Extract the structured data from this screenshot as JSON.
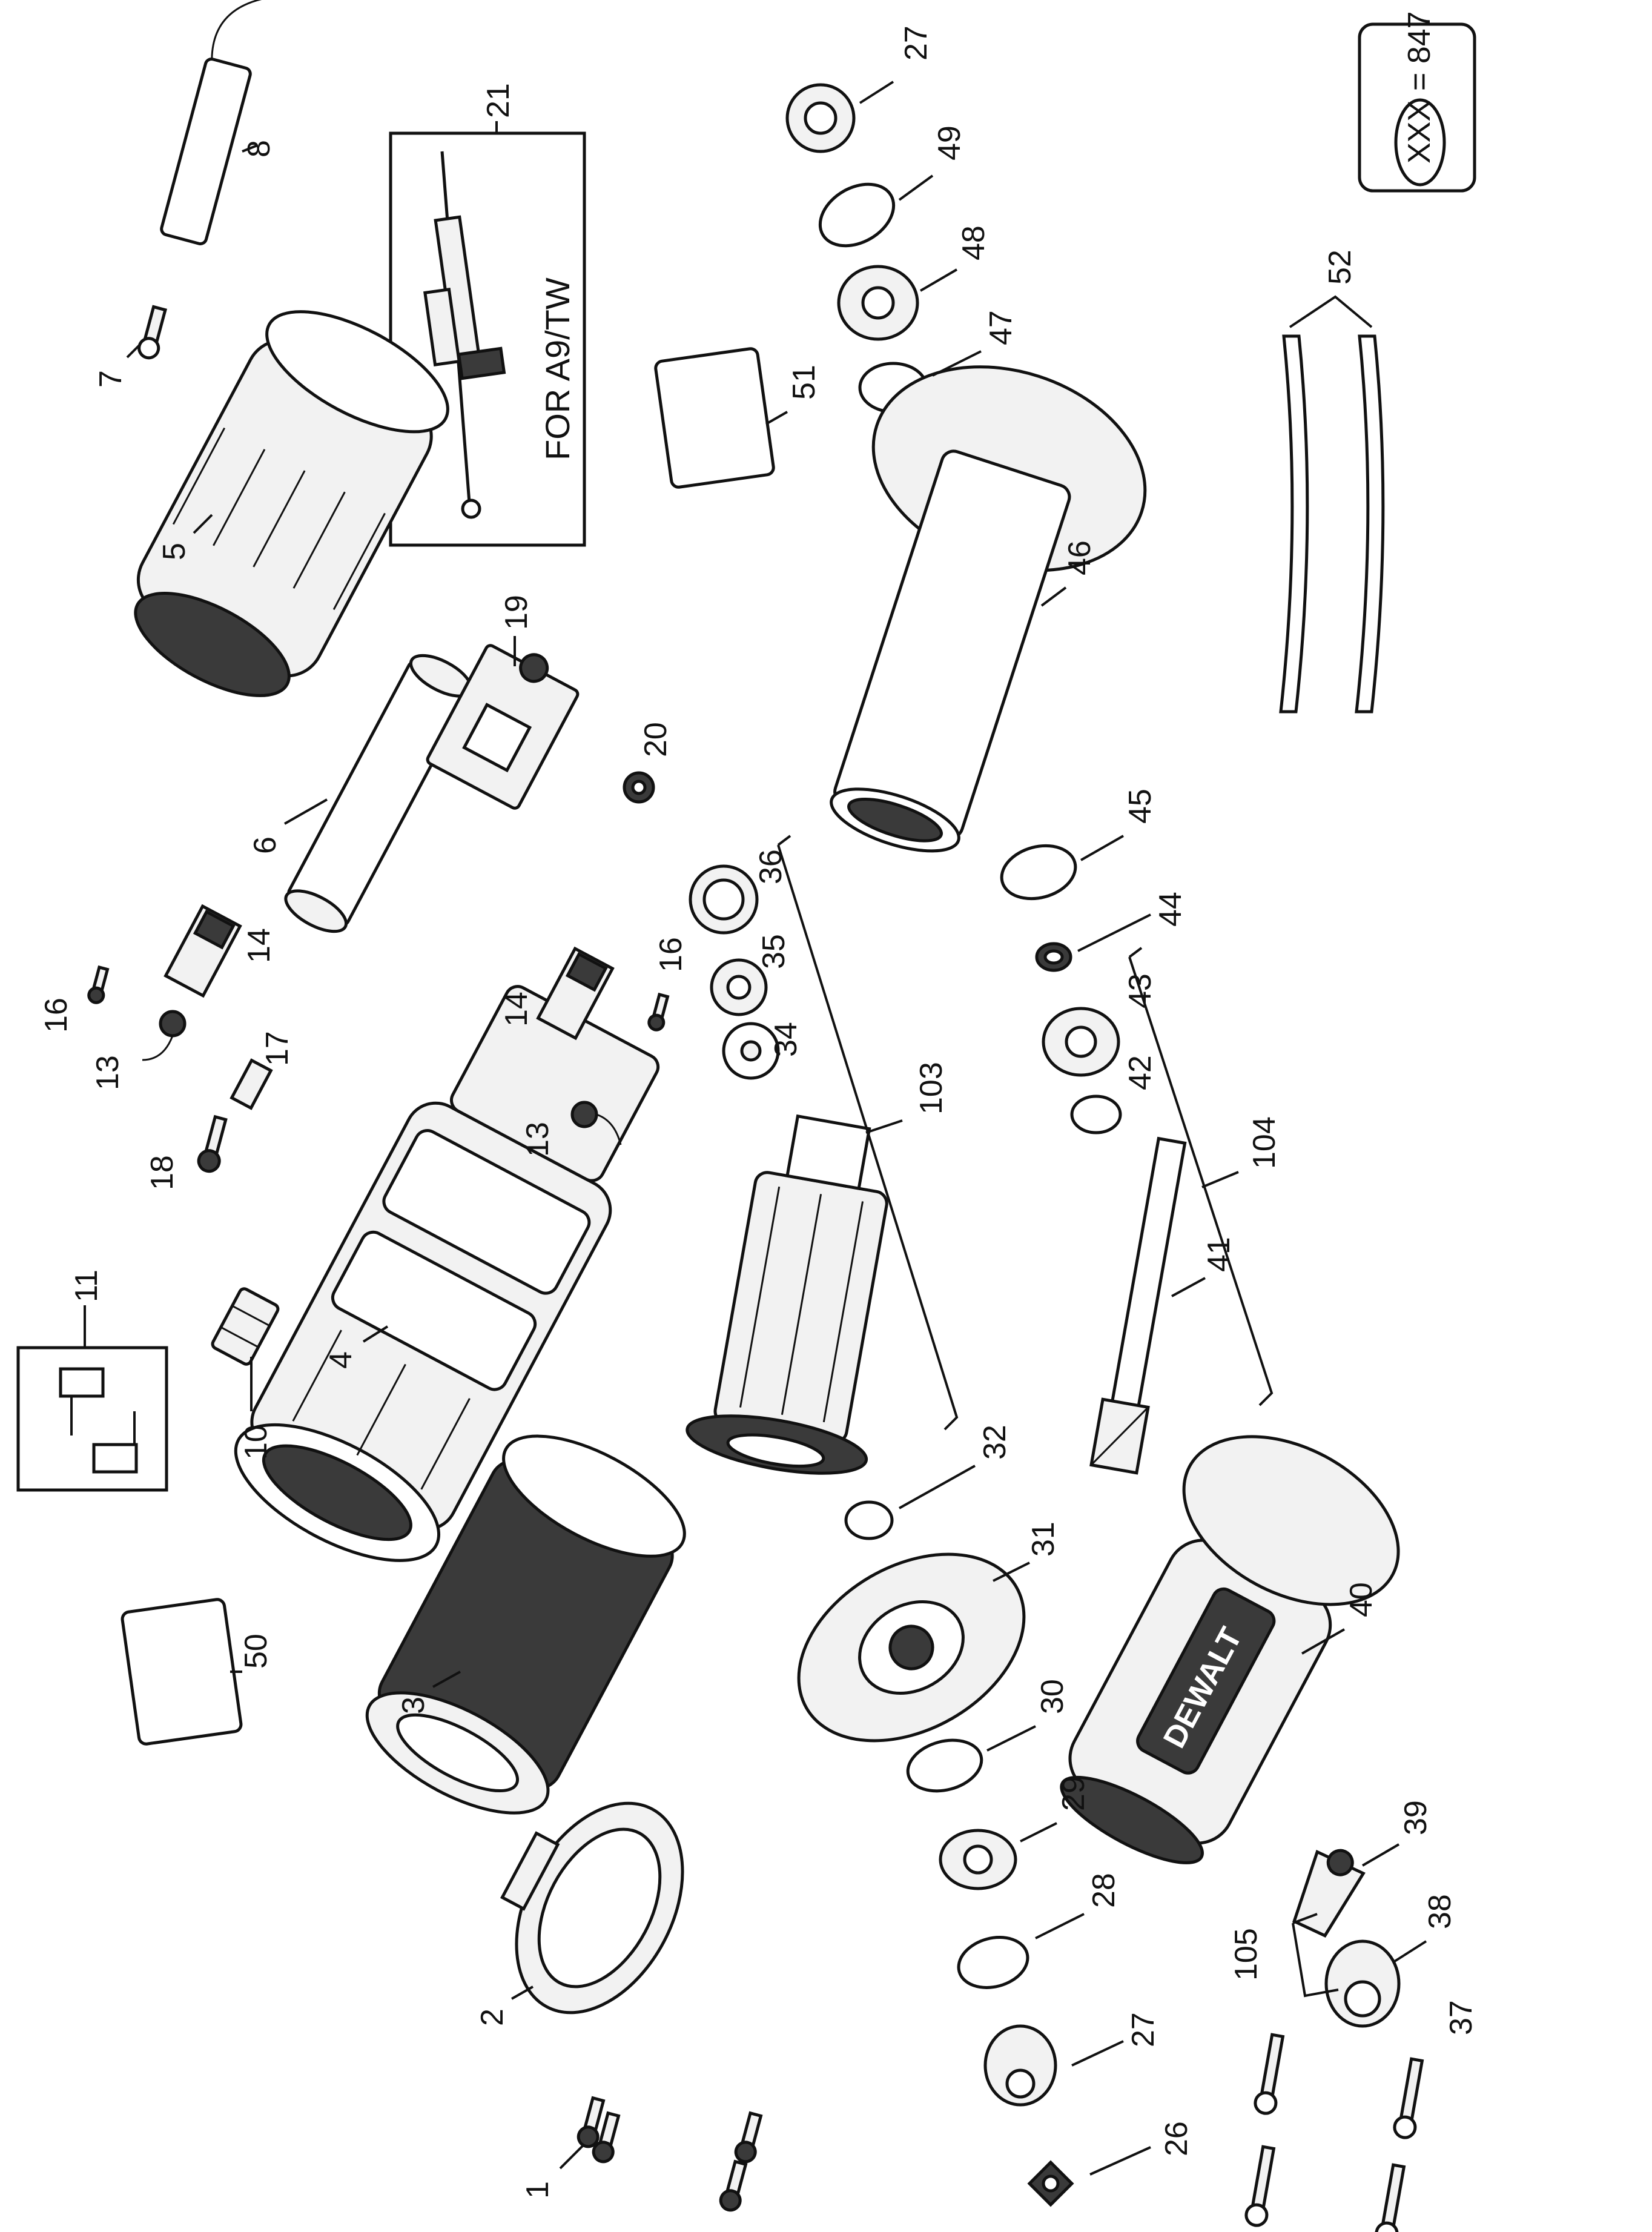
{
  "diagram": {
    "subassembly_box_label": "FOR A9/TW",
    "legend": {
      "symbol_text": "XXX",
      "value_text": "= 847"
    },
    "brand_text": "DEWALT",
    "part_numbers": [
      "1",
      "2",
      "3",
      "4",
      "5",
      "6",
      "7",
      "8",
      "10",
      "11",
      "13",
      "13",
      "14",
      "14",
      "16",
      "16",
      "17",
      "18",
      "19",
      "20",
      "21",
      "26",
      "27",
      "27",
      "28",
      "29",
      "30",
      "31",
      "32",
      "34",
      "35",
      "36",
      "37",
      "38",
      "39",
      "40",
      "41",
      "42",
      "43",
      "44",
      "45",
      "46",
      "47",
      "48",
      "49",
      "50",
      "51",
      "52",
      "103",
      "104",
      "105"
    ]
  }
}
